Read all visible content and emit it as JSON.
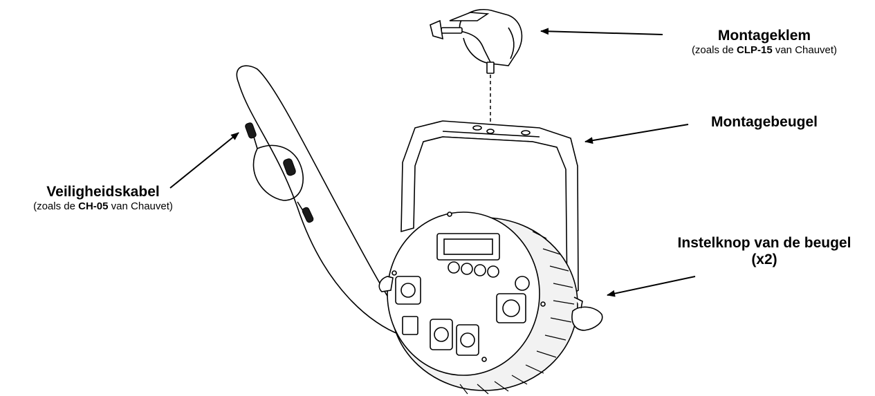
{
  "labels": {
    "clamp": {
      "title": "Montageklem",
      "sub_pre": "(zoals de ",
      "sub_bold": "CLP-15",
      "sub_post": " van Chauvet)"
    },
    "bracket": {
      "title": "Montagebeugel"
    },
    "cable": {
      "title": "Veiligheidskabel",
      "sub_pre": "(zoals de ",
      "sub_bold": "CH-05",
      "sub_post": " van Chauvet)"
    },
    "knob": {
      "title_line1": "Instelknop van de beugel",
      "title_line2": "(x2)"
    }
  },
  "colors": {
    "line": "#000000",
    "fill_light": "#ffffff",
    "fill_dark": "#1a1a1a"
  }
}
